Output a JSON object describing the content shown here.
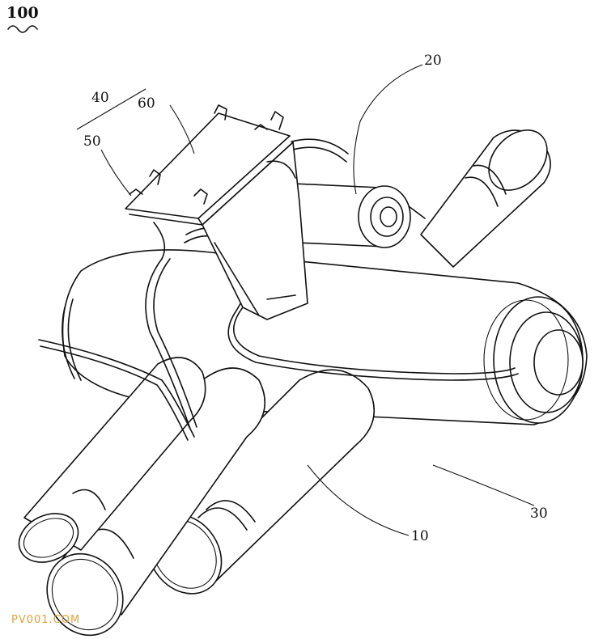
{
  "figure": {
    "number_label": "100",
    "watermark": "PV001.COM",
    "colors": {
      "line": "#111111",
      "background": "#ffffff",
      "watermark": "#e0a13a"
    },
    "reference_labels": {
      "valve_body": "10",
      "pilot_valve": "20",
      "capillary_tube": "30",
      "bracket_assembly": "40",
      "lower_bracket": "50",
      "upper_plate": "60"
    }
  }
}
